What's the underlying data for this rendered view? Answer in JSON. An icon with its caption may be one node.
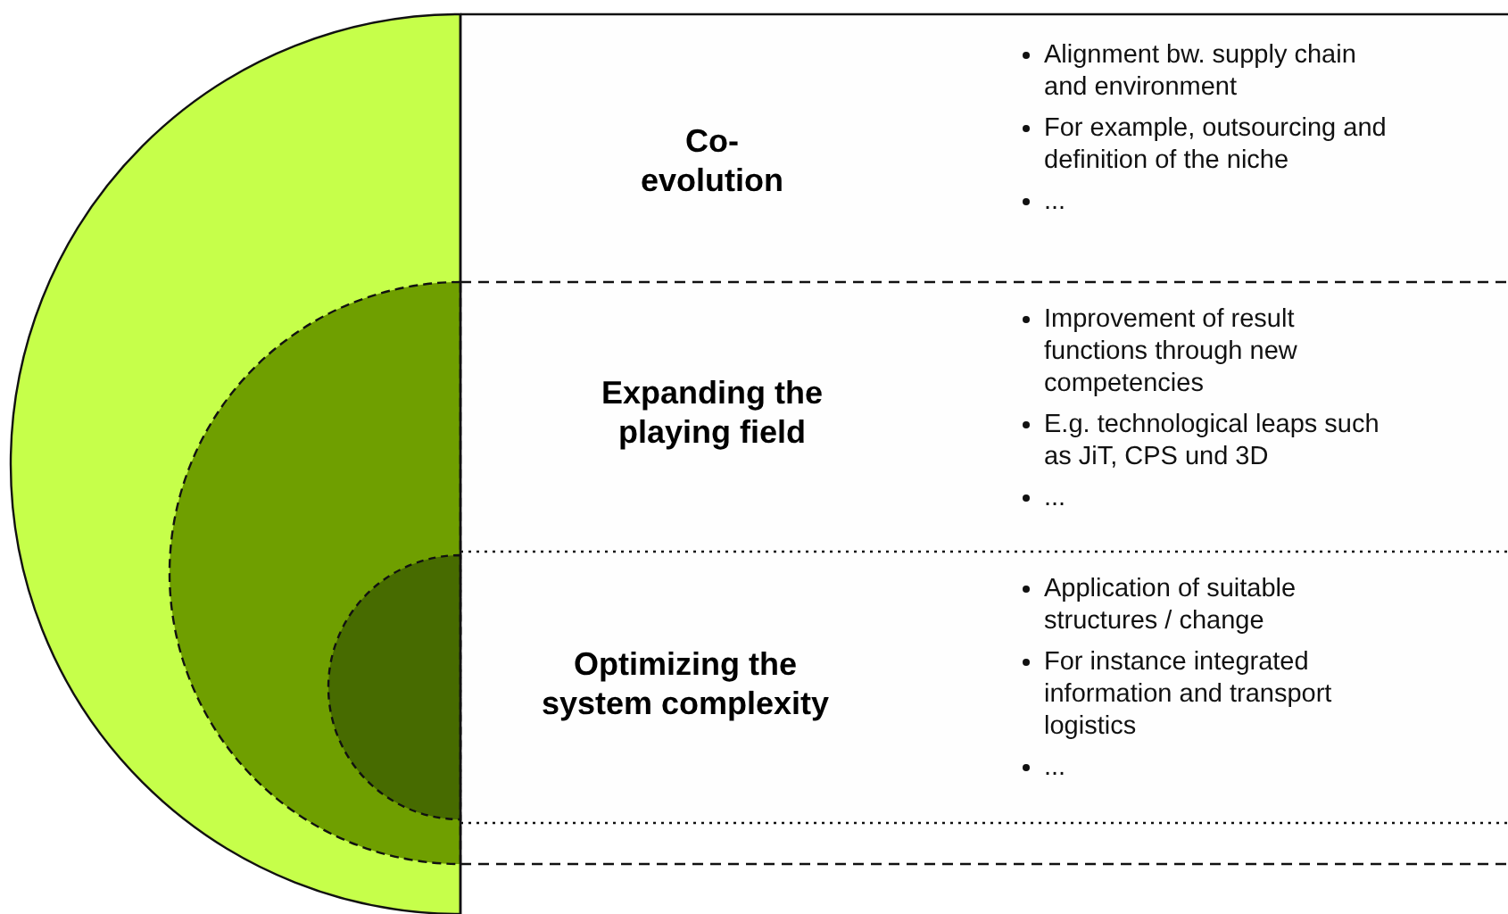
{
  "diagram": {
    "nodes": [
      {
        "text": [
          "Co- evolution",
          "Alignment bw. supply chain and environment",
          "For example, outsourcing and definition of the niche",
          "..."
        ]
      },
      {
        "text": [
          "Expanding the playing field",
          "Improvement of result functions through new competencies",
          "E.g. technological leaps such as JiT, CPS und 3D",
          "..."
        ]
      },
      {
        "text": [
          "Optimizing the system complexity",
          "Application of suitable structures / change",
          "For instance integrated information and transport logistics",
          "..."
        ]
      }
    ]
  }
}
